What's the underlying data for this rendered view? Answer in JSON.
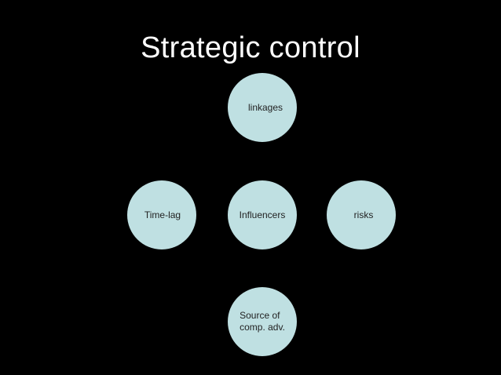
{
  "slide": {
    "title": "Strategic control"
  },
  "diagram": {
    "center": "Influencers",
    "top": "linkages",
    "left": "Time-lag",
    "right": "risks",
    "bottom": "Source of\ncomp. adv."
  },
  "colors": {
    "background": "#000000",
    "title": "#ffffff",
    "node_fill": "#bfe0e2",
    "node_text": "#222222"
  }
}
